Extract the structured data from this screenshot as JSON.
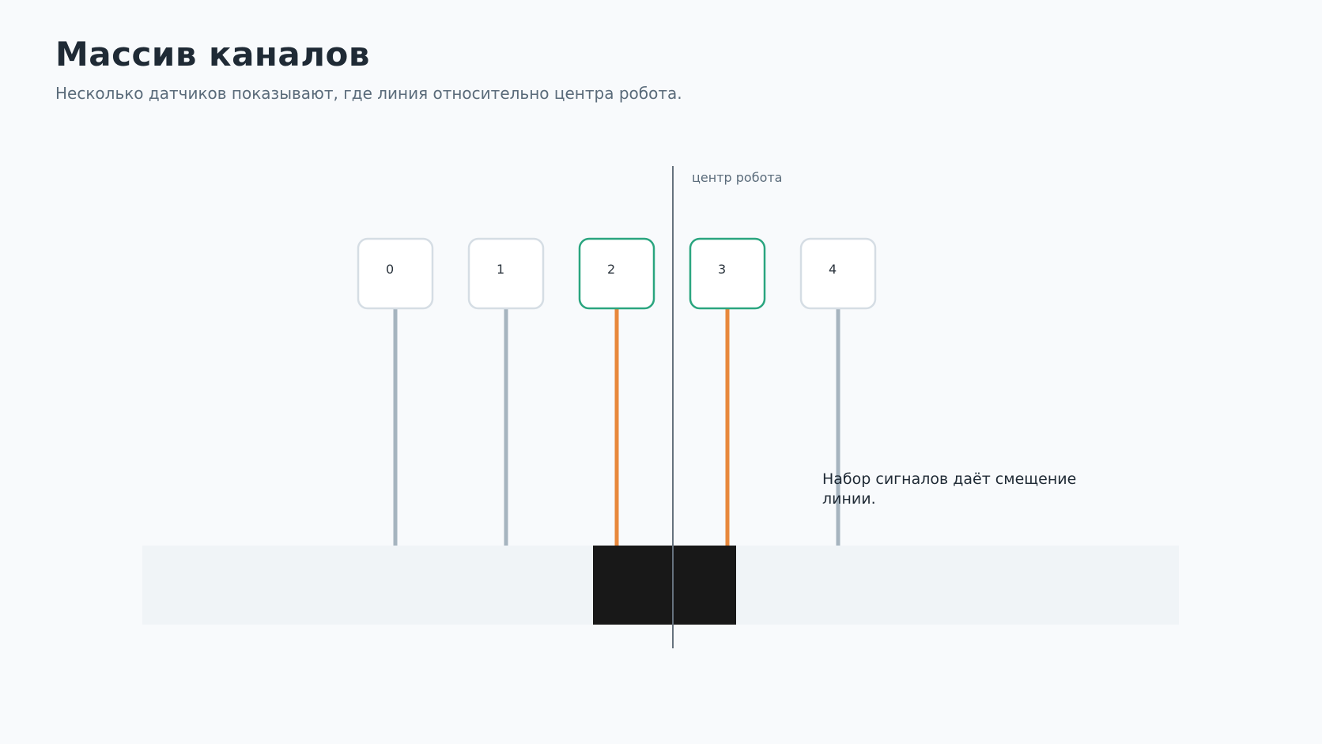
{
  "title": "Массив каналов",
  "subtitle": "Несколько датчиков показывают, где линия относительно центра робота.",
  "center_label": "центр робота",
  "note": "Набор сигналов даёт смещение линии.",
  "sensors": [
    {
      "label": "0",
      "active": false
    },
    {
      "label": "1",
      "active": false
    },
    {
      "label": "2",
      "active": true
    },
    {
      "label": "3",
      "active": true
    },
    {
      "label": "4",
      "active": false
    }
  ],
  "colors": {
    "background": "#f8fafc",
    "title": "#1f2a35",
    "subtitle": "#5a6b7a",
    "sensor_border_inactive": "#d5dde4",
    "sensor_border_active": "#2aa57f",
    "beam_inactive": "#a6b4bf",
    "beam_active": "#e8883c",
    "floor": "#f0f4f7",
    "line": "#181818",
    "center_line": "#66727e"
  }
}
